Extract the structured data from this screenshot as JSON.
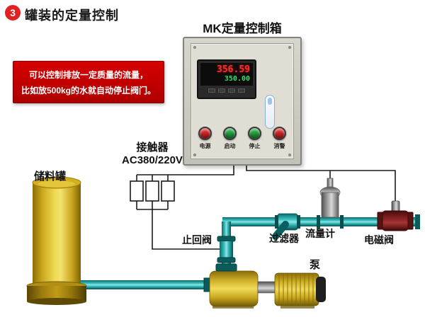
{
  "header": {
    "badge": "3",
    "title": "罐装的定量控制"
  },
  "note": {
    "line1": "可以控制排放一定质量的流量，",
    "line2": "比如放500kg的水就自动停止阀门。"
  },
  "control_box": {
    "title": "MK定量控制箱",
    "meter": {
      "top_value": "356.59",
      "bottom_value": "350.00"
    },
    "buttons": [
      {
        "label": "电源",
        "color": "#d42222"
      },
      {
        "label": "启动",
        "color": "#1fa23c"
      },
      {
        "label": "停止",
        "color": "#1fa23c"
      },
      {
        "label": "消警",
        "color": "#d42222"
      }
    ]
  },
  "contactor": {
    "name": "接触器",
    "spec": "AC380/220V"
  },
  "components": {
    "tank": "储料罐",
    "check_valve": "止回阀",
    "filter": "过滤器",
    "flow_meter": "流量计",
    "solenoid_valve": "电磁阀",
    "pump": "泵"
  },
  "colors": {
    "pipe_teal": "#2fb0b0",
    "tank_yellow": "#e8cf45",
    "note_red": "#c40000",
    "valve_maroon": "#8f2424"
  }
}
